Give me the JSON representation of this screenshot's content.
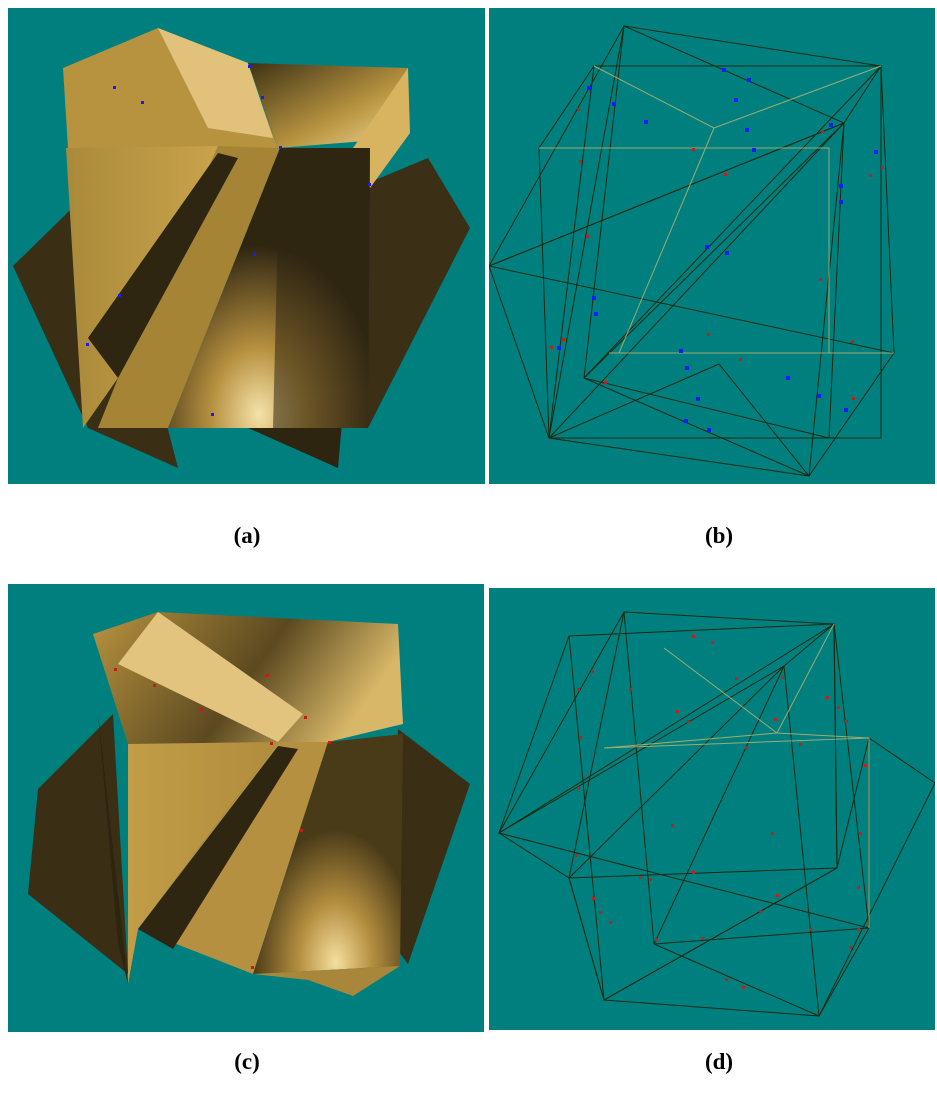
{
  "figure": {
    "background_color": "#007f7f",
    "solid_color": "#c9a24a",
    "wire_color": "#1b2a10",
    "marker_colors": [
      "#1a1aff",
      "#cc1a1a"
    ],
    "panels": [
      {
        "id": "a",
        "caption": "(a)",
        "kind": "shaded-solid"
      },
      {
        "id": "b",
        "caption": "(b)",
        "kind": "wireframe"
      },
      {
        "id": "c",
        "caption": "(c)",
        "kind": "shaded-solid"
      },
      {
        "id": "d",
        "caption": "(d)",
        "kind": "wireframe"
      }
    ]
  }
}
